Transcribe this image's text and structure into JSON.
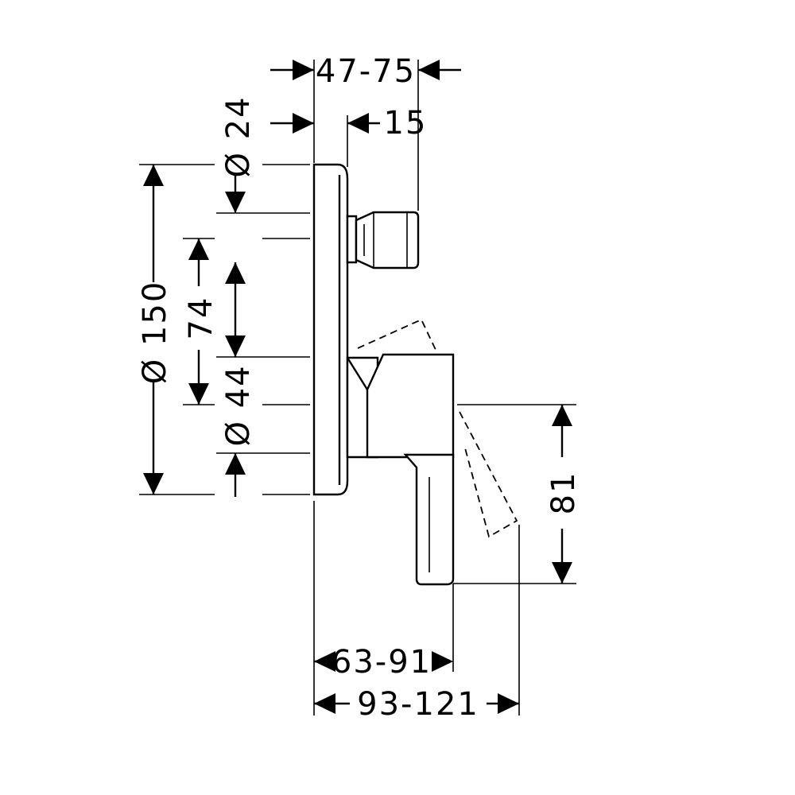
{
  "dimensions": {
    "depth_range": "47-75",
    "spout_depth": "15",
    "spout_diameter": "Ø 24",
    "plate_diameter": "Ø 150",
    "center_distance": "74",
    "spindle_diameter": "Ø 44",
    "handle_drop": "81",
    "handle_projection": "63-91",
    "total_projection": "93-121"
  }
}
